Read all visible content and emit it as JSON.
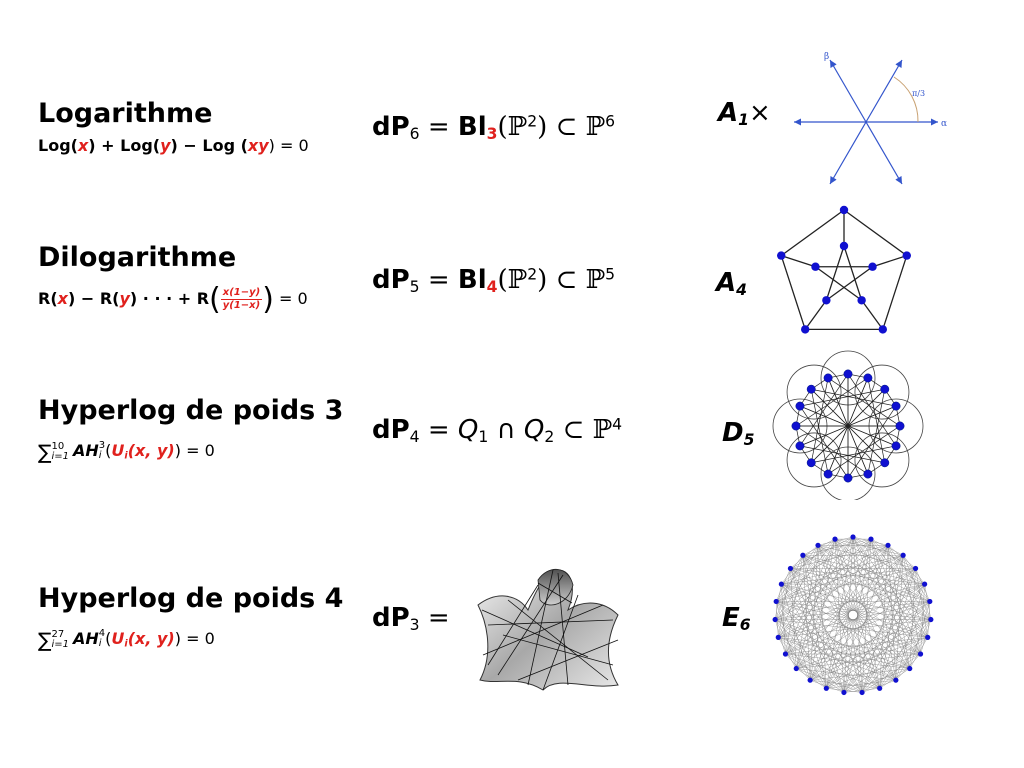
{
  "rows": [
    {
      "title": "Logarithme",
      "formula_parts": [
        "Log(",
        "x",
        ") + Log(",
        "y",
        ") − Log (",
        "xy",
        ") = 0"
      ],
      "mid": {
        "lhs": "dP",
        "lhs_sub": "6",
        "eq": " = ",
        "bl": "Bl",
        "bl_sub": "3",
        "rhs": "(ℙ",
        "rhs_sup": "2",
        "rhs2": ") ⊂ ℙ",
        "rhs_sup2": "6"
      },
      "root": {
        "name": "A",
        "sub": "1",
        "suffix": "×"
      },
      "figure_labels": {
        "beta": "β",
        "alpha": "α",
        "angle": "π/3"
      }
    },
    {
      "title": "Dilogarithme",
      "formula_parts": [
        "R(",
        "x",
        ") − R(",
        "y",
        ") · · · + R",
        "x(1−y)",
        "y(1−x)",
        " = 0"
      ],
      "mid": {
        "lhs": "dP",
        "lhs_sub": "5",
        "eq": " = ",
        "bl": "Bl",
        "bl_sub": "4",
        "rhs": "(ℙ",
        "rhs_sup": "2",
        "rhs2": ") ⊂ ℙ",
        "rhs_sup2": "5"
      },
      "root": {
        "name": "A",
        "sub": "4",
        "suffix": ""
      }
    },
    {
      "title": "Hyperlog de poids 3",
      "formula": {
        "sum_top": "10",
        "sum_bot": "i=1",
        "ah": "AH",
        "ah_sup": "3",
        "ah_sub": "i",
        "u": "U",
        "u_sub": "i",
        "args": "(x, y)",
        "tail": ") = 0"
      },
      "mid": {
        "lhs": "dP",
        "lhs_sub": "4",
        "eq": " = ",
        "q1": "Q",
        "q1_sub": "1",
        "cap": " ∩ ",
        "q2": "Q",
        "q2_sub": "2",
        "rhs": " ⊂ ℙ",
        "rhs_sup": "4"
      },
      "root": {
        "name": "D",
        "sub": "5",
        "suffix": ""
      }
    },
    {
      "title": "Hyperlog de poids 4",
      "formula": {
        "sum_top": "27",
        "sum_bot": "i=1",
        "ah": "AH",
        "ah_sup": "4",
        "ah_sub": "i",
        "u": "U",
        "u_sub": "i",
        "args": "(x, y)",
        "tail": ") = 0"
      },
      "mid": {
        "lhs": "dP",
        "lhs_sub": "3",
        "eq": " ="
      },
      "root": {
        "name": "E",
        "sub": "6",
        "suffix": ""
      }
    }
  ],
  "colors": {
    "accent_red": "#e0211d",
    "graph_blue": "#1010d0",
    "arrow_blue": "#3355cc"
  }
}
